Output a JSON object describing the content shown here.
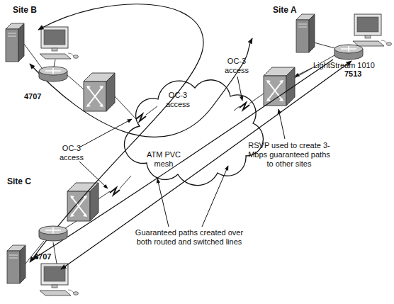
{
  "diagram": {
    "nodes": [
      {
        "text": [
          "4707"
        ]
      },
      {
        "text": [
          "7513"
        ]
      },
      {
        "text": [
          "ATM PVC mesh"
        ]
      },
      {
        "text": [
          "4707"
        ]
      }
    ],
    "labels": [
      "Site B",
      "Site A",
      "OC-3 access",
      "LightStream 1010",
      "OC-3 access",
      "OC-3 access",
      "RSVP used to create 3-Mbps guaranteed paths to other sites",
      "Site C",
      "Guaranteed paths created over both routed and switched lines"
    ]
  }
}
